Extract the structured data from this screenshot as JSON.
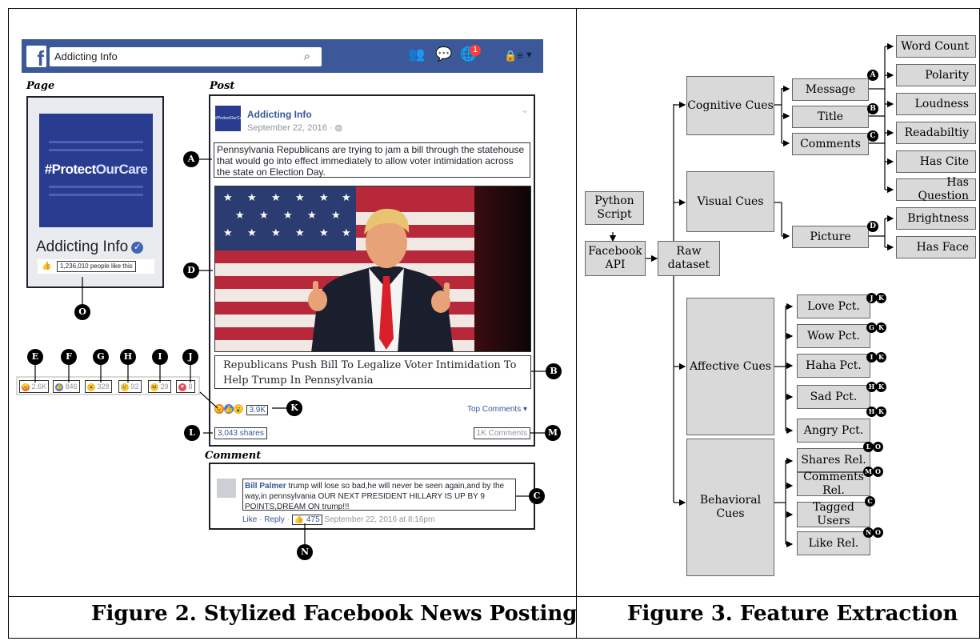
{
  "fb": {
    "search_value": "Addicting Info",
    "notification_count": "1"
  },
  "labels": {
    "page": "Page",
    "post": "Post",
    "comment": "Comment"
  },
  "page_card": {
    "tagline_a": "#Protect",
    "tagline_b": "OurCare",
    "name": "Addicting Info",
    "likes": "1,236,010 people like this"
  },
  "post": {
    "page_name": "Addicting Info",
    "date": "September 22, 2016 · ",
    "message": "Pennsylvania Republicans are trying to jam a bill through the statehouse that would go into effect immediately to allow voter intimidation across the state on Election Day.",
    "headline": "Republicans Push Bill To Legalize Voter Intimidation To Help Trump In Pennsylvania",
    "reaction_total": "3.9K",
    "top_comments": "Top Comments ▾",
    "shares": "3,043 shares",
    "comments": "1K Comments"
  },
  "reactions": [
    {
      "icon": "angry-reaction-icon",
      "count": "2.6K",
      "color": "#f0643c"
    },
    {
      "icon": "like-reaction-icon",
      "count": "846",
      "color": "#4a7bd8"
    },
    {
      "icon": "wow-reaction-icon",
      "count": "328",
      "color": "#f5c33b"
    },
    {
      "icon": "sad-reaction-icon",
      "count": "92",
      "color": "#f5c33b"
    },
    {
      "icon": "haha-reaction-icon",
      "count": "29",
      "color": "#f5c33b"
    },
    {
      "icon": "love-reaction-icon",
      "count": "8",
      "color": "#f0475c"
    }
  ],
  "comment": {
    "user": "Bill Palmer",
    "text": "trump will lose so bad,he will never be seen again,and by the way,in pennsylvania OUR NEXT PRESIDENT HILLARY IS UP BY 9 POINTS,DREAM ON trump!!!",
    "like": "Like",
    "reply": "Reply",
    "likes": "475",
    "date": "September 22, 2016 at 8:16pm"
  },
  "markers": {
    "A": "A",
    "B": "B",
    "C": "C",
    "D": "D",
    "E": "E",
    "F": "F",
    "G": "G",
    "H": "H",
    "I": "I",
    "J": "J",
    "K": "K",
    "L": "L",
    "M": "M",
    "N": "N",
    "O": "O"
  },
  "captions": {
    "fig2": "Figure 2. Stylized Facebook News Posting",
    "fig3": "Figure 3. Feature Extraction"
  },
  "diagram": {
    "python": "Python Script",
    "api": "Facebook API",
    "raw": "Raw dataset",
    "cues": {
      "cognitive": "Cognitive Cues",
      "visual": "Visual Cues",
      "affective": "Affective Cues",
      "behavioral": "Behavioral Cues"
    },
    "cognitive_sub": [
      "Message",
      "Title",
      "Comments"
    ],
    "visual_sub": [
      "Picture"
    ],
    "text_features": [
      "Word Count",
      "Polarity",
      "Loudness",
      "Readabiltiy",
      "Has Cite",
      "Has Question"
    ],
    "picture_features": [
      "Brightness",
      "Has Face"
    ],
    "affective_features": [
      "Love Pct.",
      "Wow Pct.",
      "Haha Pct.",
      "Sad Pct.",
      "Angry Pct."
    ],
    "behavioral_features": [
      "Shares Rel.",
      "Comments Rel.",
      "Tagged Users",
      "Like Rel."
    ],
    "affective_marks": [
      [
        "J",
        "K"
      ],
      [
        "G",
        "K"
      ],
      [
        "I",
        "K"
      ],
      [
        "H",
        "K"
      ],
      [
        "H",
        "K"
      ]
    ],
    "behavioral_marks": [
      [
        "L",
        "O"
      ],
      [
        "M",
        "O"
      ],
      [
        "C"
      ],
      [
        "N",
        "O"
      ]
    ]
  }
}
